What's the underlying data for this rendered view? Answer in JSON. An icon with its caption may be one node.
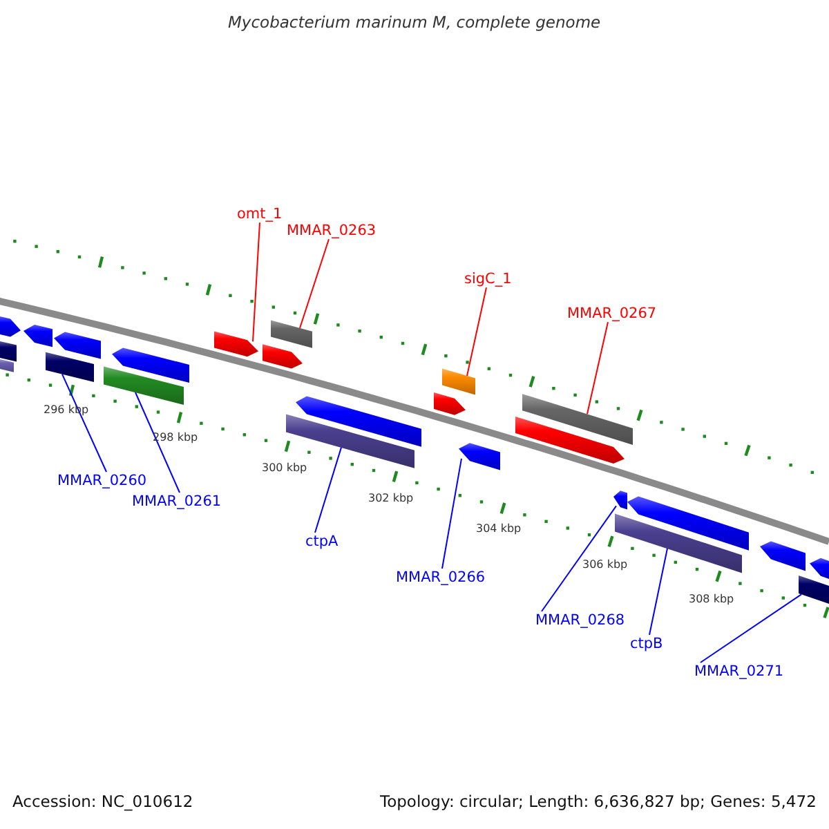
{
  "diagram": {
    "title": "Mycobacterium marinum M, complete genome",
    "nodes": [
      {
        "text": [
          "omt_1"
        ]
      },
      {
        "text": [
          "MMAR_0263"
        ]
      },
      {
        "text": [
          "sigC_1"
        ]
      },
      {
        "text": [
          "MMAR_0267"
        ]
      },
      {
        "text": [
          "MMAR_0260"
        ]
      },
      {
        "text": [
          "MMAR_0261"
        ]
      },
      {
        "text": [
          "ctpA"
        ]
      },
      {
        "text": [
          "MMAR_0266"
        ]
      },
      {
        "text": [
          "MMAR_0268"
        ]
      },
      {
        "text": [
          "ctpB"
        ]
      },
      {
        "text": [
          "MMAR_0271"
        ]
      },
      {
        "text": [],
        "shape": "bar"
      },
      {
        "text": [],
        "shape": "bar"
      },
      {
        "text": [],
        "shape": "bar"
      },
      {
        "text": [],
        "shape": "bar"
      },
      {
        "text": [],
        "shape": "bar"
      },
      {
        "text": [],
        "shape": "bar"
      },
      {
        "text": [],
        "shape": "bar"
      },
      {
        "text": [],
        "shape": "bar"
      },
      {
        "text": [],
        "shape": "bar"
      },
      {
        "text": [],
        "shape": "bar"
      },
      {
        "text": [],
        "shape": "bar"
      }
    ],
    "edges": [
      {
        "from": 0,
        "to": 13,
        "arrow": "none",
        "color": "#ff0000"
      },
      {
        "from": 1,
        "to": 14,
        "arrow": "none",
        "color": "#ff0000"
      },
      {
        "from": 2,
        "to": 16,
        "arrow": "none",
        "color": "#ff0000"
      },
      {
        "from": 3,
        "to": 18,
        "arrow": "none",
        "color": "#ff0000"
      },
      {
        "from": 4,
        "to": 11,
        "arrow": "none"
      },
      {
        "from": 5,
        "to": 12,
        "arrow": "none"
      },
      {
        "from": 6,
        "to": 15,
        "arrow": "none"
      },
      {
        "from": 7,
        "to": 17,
        "arrow": "none"
      },
      {
        "from": 8,
        "to": 19,
        "arrow": "none"
      },
      {
        "from": 9,
        "to": 20,
        "arrow": "none"
      },
      {
        "from": 10,
        "to": 21,
        "arrow": "none"
      }
    ],
    "labels": [
      "296 kbp",
      "298 kbp",
      "300 kbp",
      "302 kbp",
      "304 kbp",
      "306 kbp",
      "308 kbp",
      "Accession: NC_010612",
      "Topology: circular; Length: 6,636,827 bp; Genes: 5,472"
    ]
  }
}
